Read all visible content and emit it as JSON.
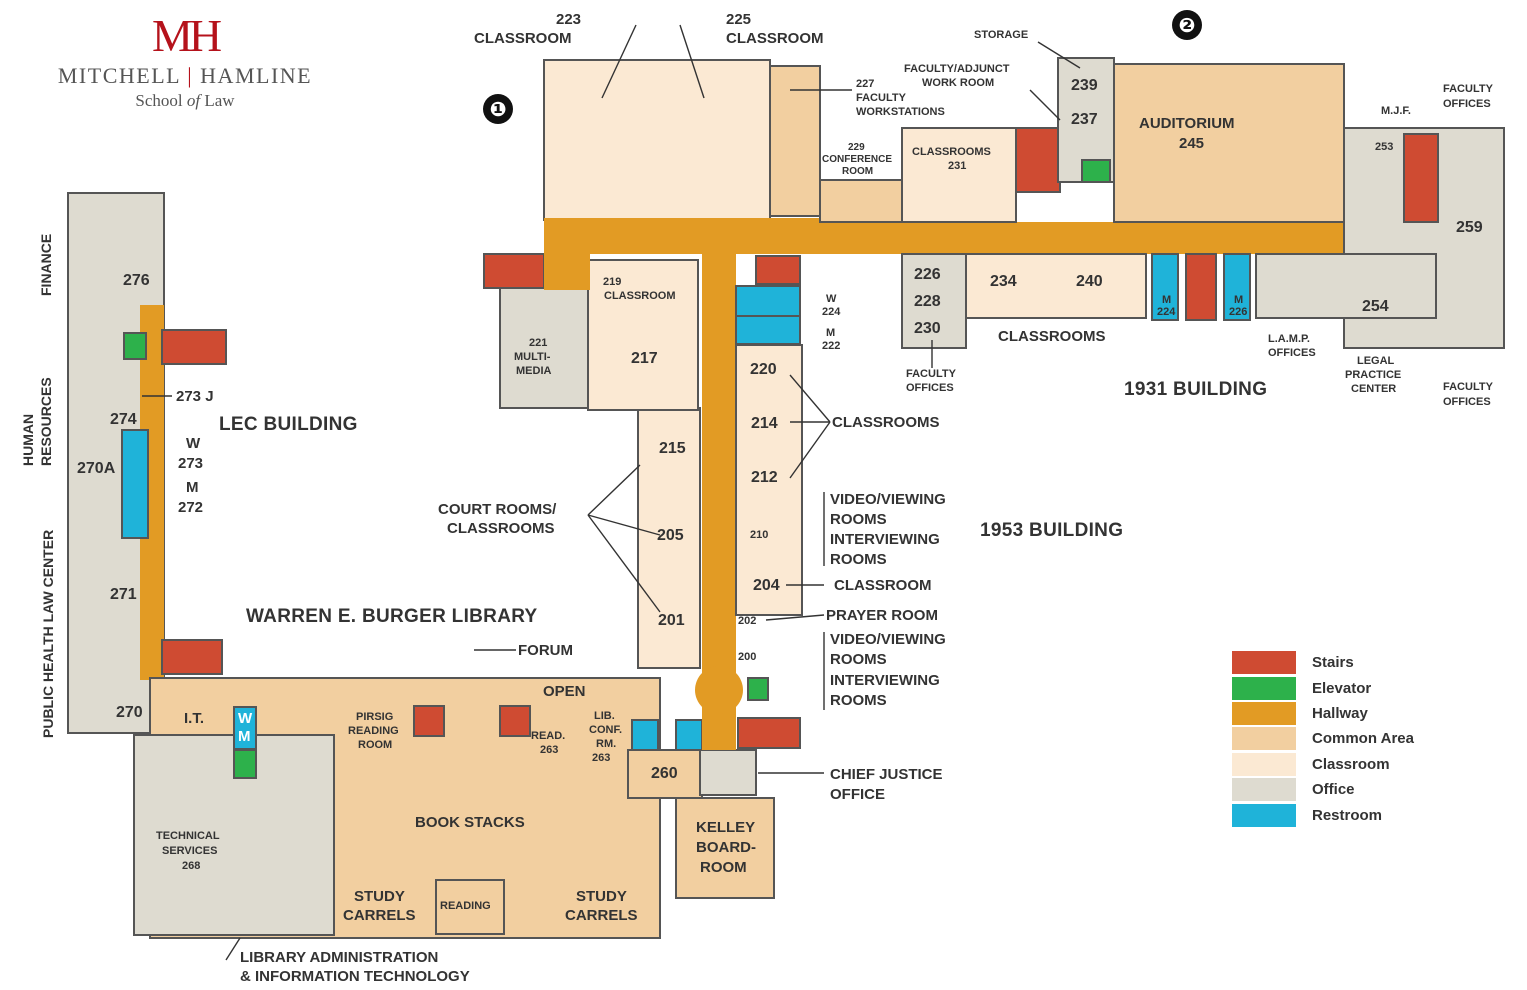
{
  "logo": {
    "mark": "MH",
    "name_left": "MITCHELL",
    "name_right": "HAMLINE",
    "sub_1": "School",
    "sub_of": "of",
    "sub_2": "Law"
  },
  "markers": {
    "one": "❶",
    "two": "❷"
  },
  "buildings": {
    "lec": "LEC BUILDING",
    "library": "WARREN E. BURGER LIBRARY",
    "b1953": "1953 BUILDING",
    "b1931": "1931 BUILDING"
  },
  "side_labels": {
    "finance": "FINANCE",
    "hr_1": "HUMAN",
    "hr_2": "RESOURCES",
    "public_health": "PUBLIC HEALTH LAW CENTER"
  },
  "rooms": {
    "r223_num": "223",
    "r223_name": "CLASSROOM",
    "r225_num": "225",
    "r225_name": "CLASSROOM",
    "r227_num": "227",
    "r227_l1": "FACULTY",
    "r227_l2": "WORKSTATIONS",
    "r229_num": "229",
    "r229_l1": "CONFERENCE",
    "r229_l2": "ROOM",
    "r231_l1": "CLASSROOMS",
    "r231_num": "231",
    "storage": "STORAGE",
    "faculty_adj_1": "FACULTY/ADJUNCT",
    "faculty_adj_2": "WORK ROOM",
    "r239": "239",
    "r237": "237",
    "auditorium_1": "AUDITORIUM",
    "auditorium_2": "245",
    "mjf": "M.J.F.",
    "r253": "253",
    "fac_off_top_1": "FACULTY",
    "fac_off_top_2": "OFFICES",
    "r259": "259",
    "r226": "226",
    "r228": "228",
    "r230": "230",
    "fac_off_mid_1": "FACULTY",
    "fac_off_mid_2": "OFFICES",
    "r234": "234",
    "r240": "240",
    "classrooms_1931": "CLASSROOMS",
    "m224_1": "M",
    "m224_2": "224",
    "m226_1": "M",
    "m226_2": "226",
    "r254": "254",
    "lamp_1": "L.A.M.P.",
    "lamp_2": "OFFICES",
    "legal_1": "LEGAL",
    "legal_2": "PRACTICE",
    "legal_3": "CENTER",
    "fac_off_bot_1": "FACULTY",
    "fac_off_bot_2": "OFFICES",
    "r219_num": "219",
    "r219_name": "CLASSROOM",
    "r221_num": "221",
    "r221_l1": "MULTI-",
    "r221_l2": "MEDIA",
    "r217": "217",
    "w224_1": "W",
    "w224_2": "224",
    "m222_1": "M",
    "m222_2": "222",
    "r220": "220",
    "r214": "214",
    "r212": "212",
    "classrooms_1953": "CLASSROOMS",
    "r215": "215",
    "r205": "205",
    "r201": "201",
    "court_1": "COURT ROOMS/",
    "court_2": "CLASSROOMS",
    "video_a_1": "VIDEO/VIEWING",
    "video_a_2": "ROOMS",
    "interview_a_1": "INTERVIEWING",
    "interview_a_2": "ROOMS",
    "r210": "210",
    "r204": "204",
    "classroom_204": "CLASSROOM",
    "r202": "202",
    "prayer": "PRAYER ROOM",
    "r200": "200",
    "video_b_1": "VIDEO/VIEWING",
    "video_b_2": "ROOMS",
    "interview_b_1": "INTERVIEWING",
    "interview_b_2": "ROOMS",
    "chief_1": "CHIEF JUSTICE",
    "chief_2": "OFFICE",
    "r276": "276",
    "r274": "274",
    "r273j": "273 J",
    "w273_1": "W",
    "w273_2": "273",
    "m272_1": "M",
    "m272_2": "272",
    "r270a": "270A",
    "r271": "271",
    "r270": "270",
    "it": "I.T.",
    "rr_w": "W",
    "rr_m": "M",
    "forum": "FORUM",
    "open": "OPEN",
    "pirsig_1": "PIRSIG",
    "pirsig_2": "READING",
    "pirsig_3": "ROOM",
    "read263_1": "READ.",
    "read263_2": "263",
    "libconf_1": "LIB.",
    "libconf_2": "CONF.",
    "libconf_3": "RM.",
    "libconf_4": "263",
    "r260": "260",
    "book_stacks": "BOOK STACKS",
    "kelley_1": "KELLEY",
    "kelley_2": "BOARD-",
    "kelley_3": "ROOM",
    "tech_1": "TECHNICAL",
    "tech_2": "SERVICES",
    "tech_3": "268",
    "study_l_1": "STUDY",
    "study_l_2": "CARRELS",
    "reading": "READING",
    "study_r_1": "STUDY",
    "study_r_2": "CARRELS",
    "libadmin_1": "LIBRARY ADMINISTRATION",
    "libadmin_2": "& INFORMATION TECHNOLOGY"
  },
  "legend": [
    {
      "label": "Stairs",
      "color": "#cf4b32"
    },
    {
      "label": "Elevator",
      "color": "#2db14b"
    },
    {
      "label": "Hallway",
      "color": "#e29b24"
    },
    {
      "label": "Common Area",
      "color": "#f2cfa0"
    },
    {
      "label": "Classroom",
      "color": "#fbe9d3"
    },
    {
      "label": "Office",
      "color": "#dedbd0"
    },
    {
      "label": "Restroom",
      "color": "#1fb3d9"
    }
  ]
}
